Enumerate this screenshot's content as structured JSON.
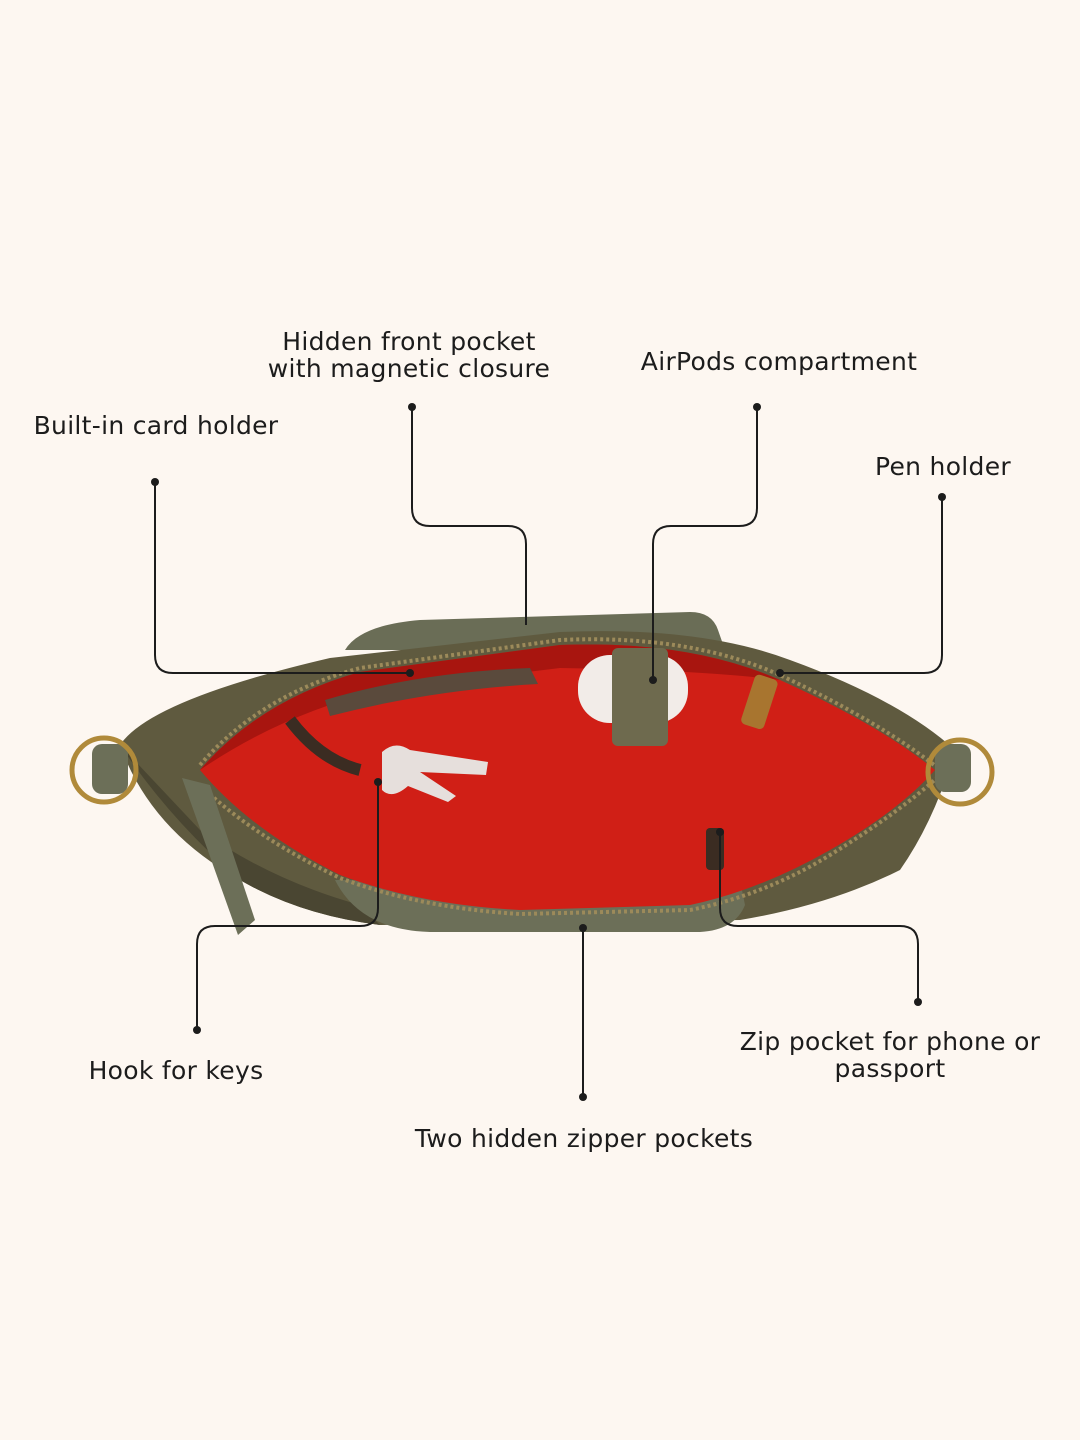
{
  "colors": {
    "background": "#fdf7f1",
    "ink": "#1c1c1c",
    "suede": "#5f5a3f",
    "suede_dark": "#4a4632",
    "leather": "#6c6f58",
    "lining": "#d01f16",
    "brass": "#b08a3a"
  },
  "callouts": {
    "card_holder": {
      "lines": [
        "Built-in card holder"
      ]
    },
    "front_pocket": {
      "lines": [
        "Hidden front pocket",
        "with magnetic closure"
      ]
    },
    "airpods": {
      "lines": [
        "AirPods compartment"
      ]
    },
    "pen_holder": {
      "lines": [
        "Pen holder"
      ]
    },
    "key_hook": {
      "lines": [
        "Hook for keys"
      ]
    },
    "zipper_pockets": {
      "lines": [
        "Two hidden zipper pockets"
      ]
    },
    "zip_pocket": {
      "lines": [
        "Zip pocket for phone or",
        "passport"
      ]
    }
  }
}
